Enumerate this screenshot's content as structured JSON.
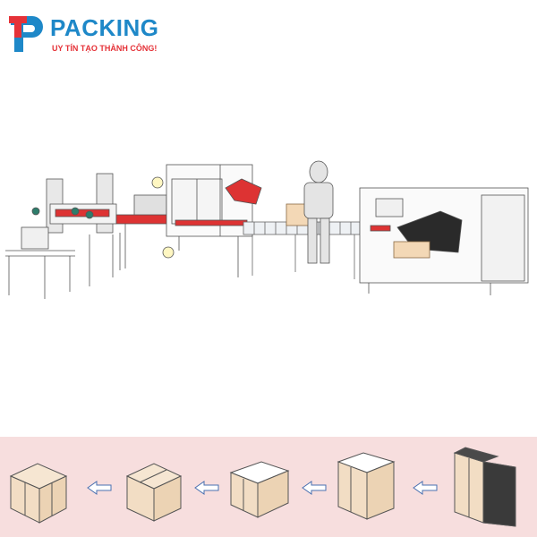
{
  "logo": {
    "wordmark": "PACKING",
    "slogan": "UY TÍN TẠO THÀNH CÔNG!",
    "colors": {
      "primary": "#1e88c8",
      "accent": "#e53238"
    }
  },
  "illustration": {
    "description_icons": [
      "case-sealer-machine",
      "operator-robot-figure",
      "case-erector-machine",
      "roller-conveyor"
    ]
  },
  "process": {
    "band_color": "#f7dede",
    "arrow_icon": "left-arrow-icon",
    "steps": [
      "sealed-box",
      "folded-box",
      "open-box",
      "erected-box",
      "flat-carton"
    ]
  }
}
